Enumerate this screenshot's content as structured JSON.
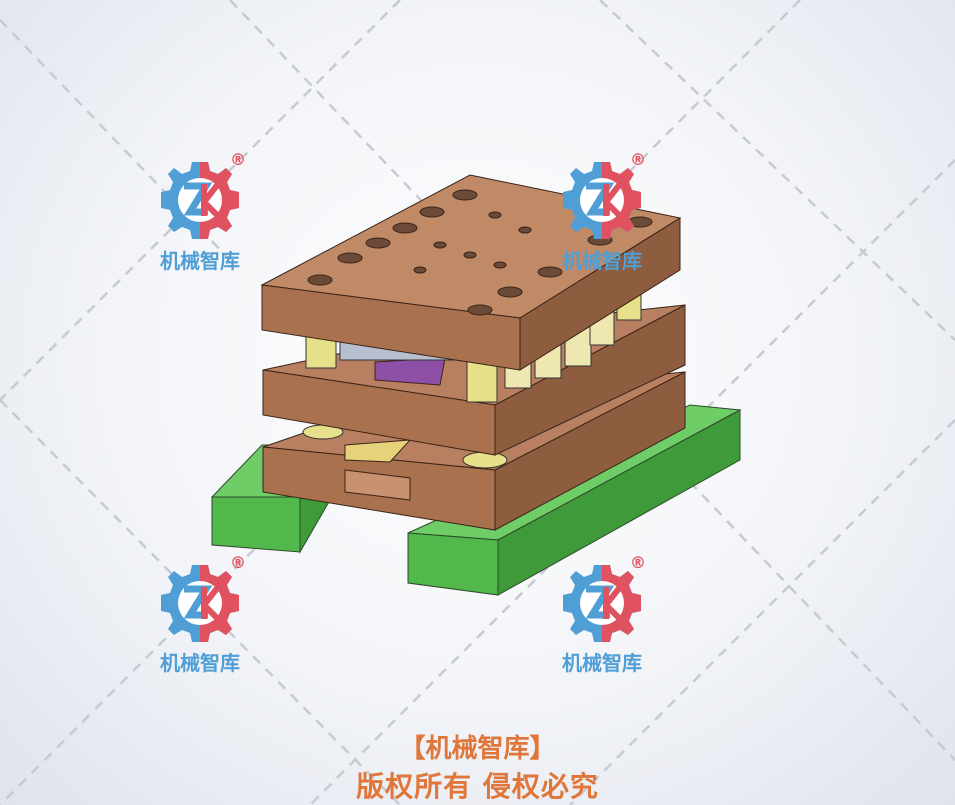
{
  "watermark": {
    "brand_text": "机械智库",
    "registered_mark": "®",
    "logo_letters": "ZK",
    "colors": {
      "blue": "#4f9fd6",
      "red": "#e0525f"
    },
    "icon": "gear-logo-icon"
  },
  "footer": {
    "line1": "【机械智库】",
    "line2": "版权所有 侵权必究",
    "color": "#e0763a"
  },
  "model": {
    "plate_color": "#a9714e",
    "rail_color": "#52b84c",
    "spring_color": "#e6e08a",
    "insert_color": "#8e4fa6"
  }
}
